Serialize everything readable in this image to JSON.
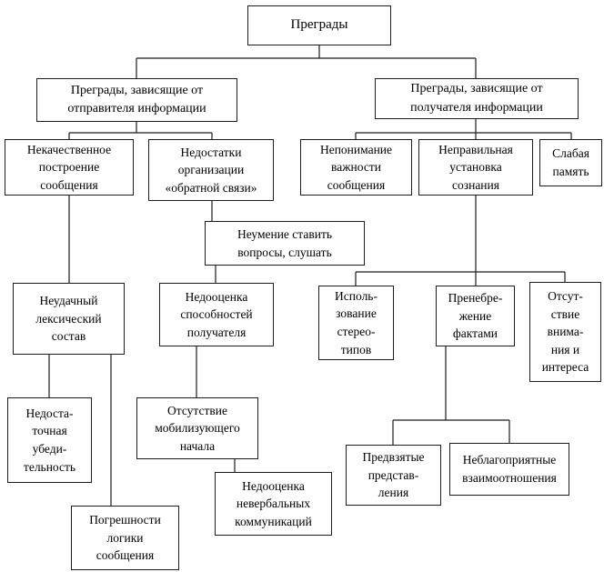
{
  "diagram": {
    "nodes": {
      "root": "Преграды",
      "sender": "Преграды, зависящие от\nотправителя информации",
      "receiver": "Преграды, зависящие от\nполучателя информации",
      "poor_message": "Некачественное\nпостроение\nсообщения",
      "feedback": "Недостатки\nорганизации\n«обратной связи»",
      "importance": "Непонимание\nважности\nсообщения",
      "mindset": "Неправильная\nустановка\nсознания",
      "memory": "Слабая\nпамять",
      "questions": "Неумение ставить\nвопросы, слушать",
      "lexical": "Неудачный\nлексический\nсостав",
      "abilities": "Недооценка\nспособностей\nполучателя",
      "stereotypes": "Исполь-\nзование\nстерео-\nтипов",
      "facts": "Пренебре-\nжение\nфактами",
      "attention": "Отсут-\nствие\nвнима-\nния и\nинтереса",
      "persuasive": "Недоста-\nточная\nубеди-\nтельность",
      "mobilizing": "Отсутствие\nмобилизующего\nначала",
      "biased": "Предвзятые\nпредстав-\nления",
      "unfavorable": "Неблагоприятные\nвзаимоотношения",
      "nonverbal": "Недооценка\nневербальных\nкоммуникаций",
      "logic": "Погрешности\nлогики\nсообщения"
    },
    "edges": [
      [
        "root",
        "sender"
      ],
      [
        "root",
        "receiver"
      ],
      [
        "sender",
        "poor_message"
      ],
      [
        "sender",
        "feedback"
      ],
      [
        "receiver",
        "importance"
      ],
      [
        "receiver",
        "mindset"
      ],
      [
        "receiver",
        "memory"
      ],
      [
        "feedback",
        "questions"
      ],
      [
        "poor_message",
        "lexical"
      ],
      [
        "questions",
        "abilities"
      ],
      [
        "mindset",
        "stereotypes"
      ],
      [
        "mindset",
        "facts"
      ],
      [
        "mindset",
        "attention"
      ],
      [
        "lexical",
        "persuasive"
      ],
      [
        "lexical",
        "logic"
      ],
      [
        "abilities",
        "mobilizing"
      ],
      [
        "mobilizing",
        "nonverbal"
      ],
      [
        "facts",
        "biased"
      ],
      [
        "facts",
        "unfavorable"
      ]
    ],
    "colors": {
      "line": "#1c1c1c",
      "box_border": "#1c1c1c",
      "background": "#ffffff",
      "text": "#000000"
    }
  }
}
